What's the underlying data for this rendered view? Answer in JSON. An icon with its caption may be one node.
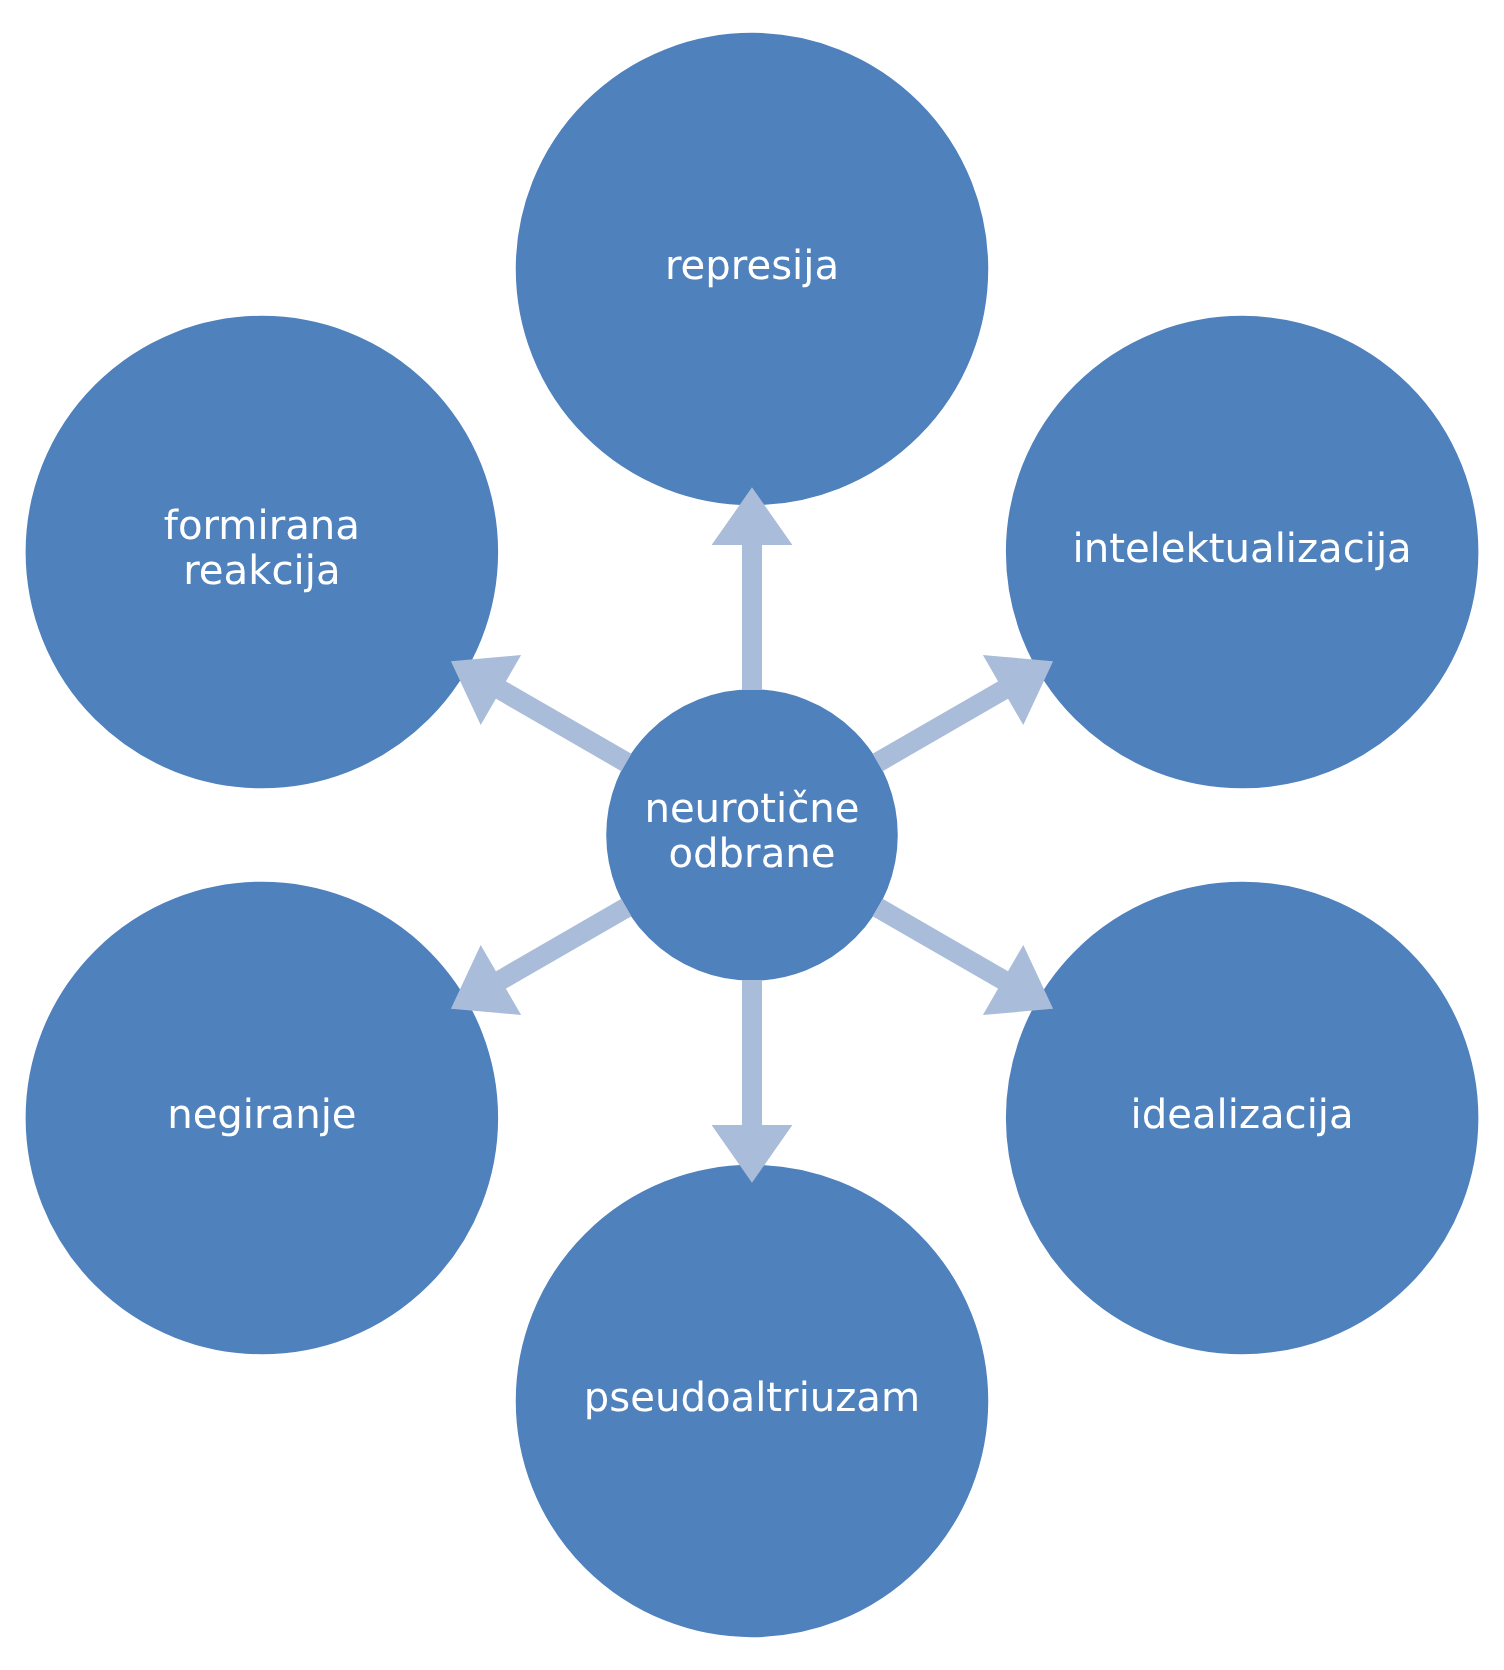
{
  "diagram": {
    "nodes": [
      {
        "text": [
          "neurotične odbrane"
        ]
      },
      {
        "text": [
          "intelektualizacija"
        ]
      },
      {
        "text": [
          "represija"
        ]
      },
      {
        "text": [
          "formirana reakcija"
        ]
      },
      {
        "text": [
          "negiranje"
        ]
      },
      {
        "text": [
          "pseudoaltriuzam"
        ]
      },
      {
        "text": [
          "idealizacija"
        ]
      }
    ],
    "edges": [
      {
        "from": 0,
        "to": 1,
        "arrow": "to"
      },
      {
        "from": 0,
        "to": 2,
        "arrow": "to"
      },
      {
        "from": 0,
        "to": 3,
        "arrow": "to"
      },
      {
        "from": 0,
        "to": 4,
        "arrow": "to"
      },
      {
        "from": 0,
        "to": 5,
        "arrow": "to"
      },
      {
        "from": 0,
        "to": 6,
        "arrow": "to"
      }
    ]
  }
}
